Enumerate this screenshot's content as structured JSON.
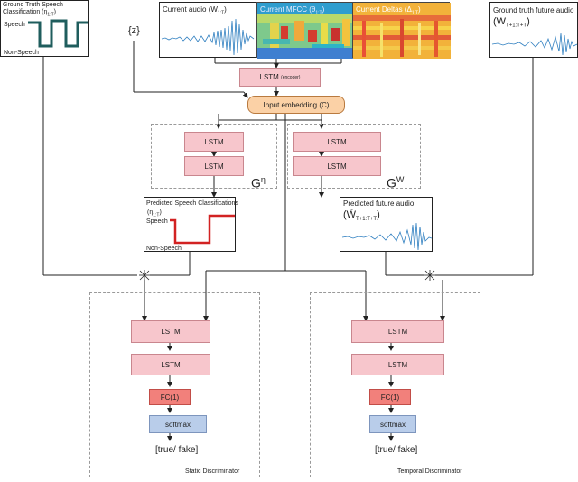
{
  "gt_speech": {
    "title_line1": "Ground Truth Speech",
    "title_line2": "Classification (η",
    "title_sub": "1:T",
    "title_close": ")",
    "speech": "Speech",
    "non_speech": "Non-Speech"
  },
  "z_label": "{z}",
  "current_audio": {
    "label": "Current audio (W",
    "sub": "1:T",
    "close": ")"
  },
  "current_mfcc": {
    "label": "Current MFCC  (θ",
    "sub": "1:T",
    "close": ")"
  },
  "current_deltas": {
    "label": "Current Deltas  (Δ",
    "sub": "1:T",
    "close": ")"
  },
  "gt_future": {
    "label_line1": "Ground truth future audio",
    "label_line2": "(W",
    "sub": "T+1:T+T",
    "close": ")"
  },
  "encoder": {
    "label": "LSTM",
    "sub": "(encoder)"
  },
  "embedding": {
    "label": "Input embedding (C)"
  },
  "generator_eta": {
    "name": "G",
    "sup": "η",
    "lstm1": "LSTM",
    "lstm2": "LSTM"
  },
  "generator_w": {
    "name": "G",
    "sup": "W",
    "lstm1": "LSTM",
    "lstm2": "LSTM"
  },
  "pred_speech": {
    "title": "Predicted Speech Classifications",
    "sym": "(η",
    "sub": "1:T",
    "close": ")",
    "speech": "Speech",
    "non_speech": "Non-Speech"
  },
  "pred_future": {
    "title": "Predicted future audio",
    "sym": "(Ŵ",
    "sub": "T+1:T+T",
    "close": ")"
  },
  "static_disc": {
    "lstm1": "LSTM",
    "lstm2": "LSTM",
    "fc": "FC(1)",
    "softmax": "softmax",
    "output": "[true/ fake]",
    "caption": "Static Discriminator"
  },
  "temporal_disc": {
    "lstm1": "LSTM",
    "lstm2": "LSTM",
    "fc": "FC(1)",
    "softmax": "softmax",
    "output": "[true/ fake]",
    "caption": "Temporal Discriminator"
  },
  "colors": {
    "lstm_fill": "#f7c6cc",
    "fc_fill": "#f2807b",
    "softmax_fill": "#b9cdea",
    "embedding_fill": "#fbd1a6",
    "waveform": "#2f7fc0",
    "speech_gt": "#1f5d5d",
    "speech_pred": "#d22222"
  }
}
